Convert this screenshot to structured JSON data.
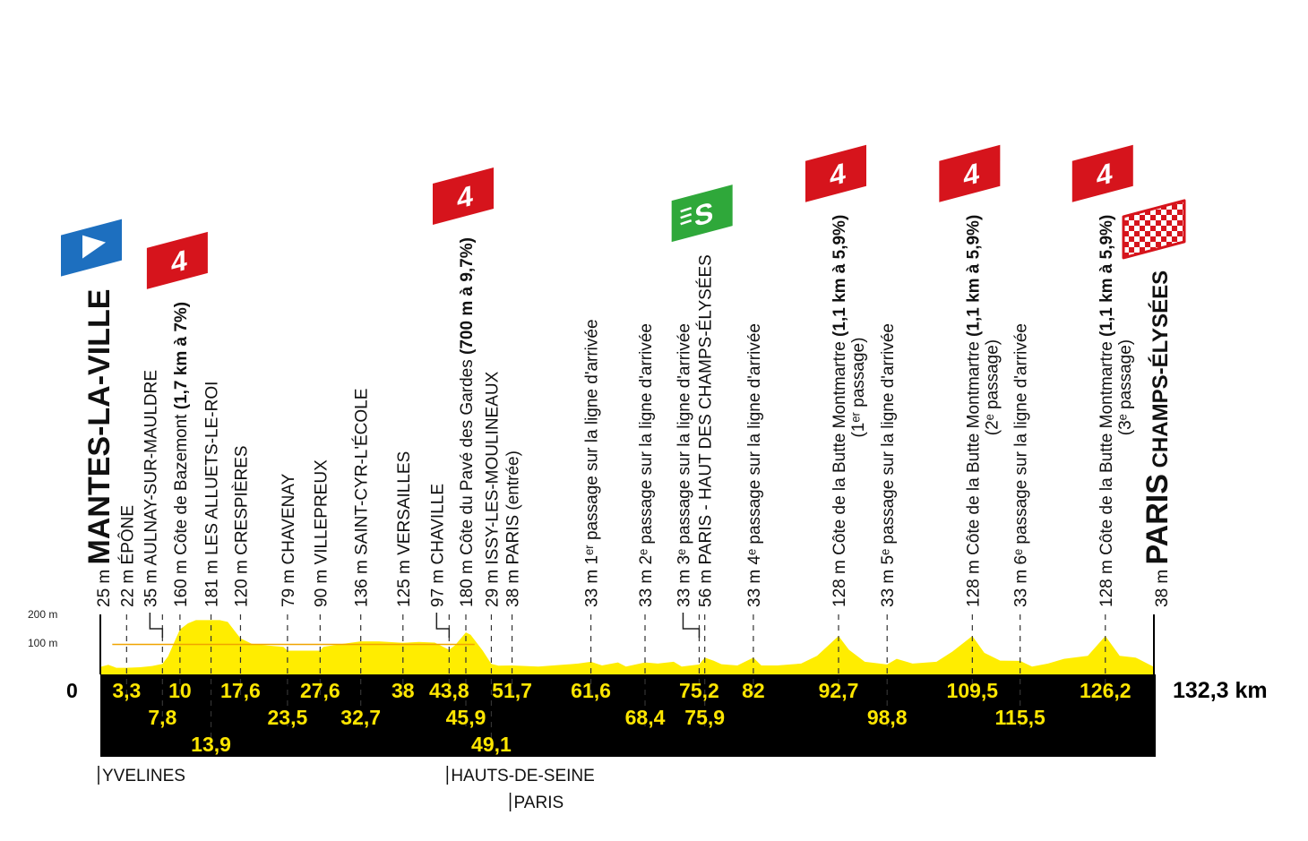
{
  "chart_data": {
    "type": "area",
    "title": "",
    "xlabel": "km",
    "ylabel": "m",
    "xlim": [
      0,
      132.3
    ],
    "ylim": [
      0,
      200
    ],
    "y_ticks": [
      "200 m",
      "100 m"
    ],
    "x_origin_label": "0",
    "total_distance_label": "132,3 km",
    "colors": {
      "profile": "#ffed00",
      "band": "#000000",
      "km_text": "#ffe600",
      "climb": "#d6141c",
      "sprint": "#2fa83a",
      "start": "#1d6fbf"
    },
    "profile": [
      [
        0,
        25
      ],
      [
        1,
        32
      ],
      [
        2,
        22
      ],
      [
        3.3,
        22
      ],
      [
        5,
        24
      ],
      [
        6.5,
        28
      ],
      [
        7.8,
        35
      ],
      [
        8.5,
        60
      ],
      [
        9.5,
        120
      ],
      [
        10,
        150
      ],
      [
        11,
        170
      ],
      [
        12,
        181
      ],
      [
        13.9,
        181
      ],
      [
        15,
        181
      ],
      [
        16,
        175
      ],
      [
        17.6,
        120
      ],
      [
        19,
        102
      ],
      [
        21,
        96
      ],
      [
        23,
        92
      ],
      [
        23.5,
        79
      ],
      [
        25,
        79
      ],
      [
        27.6,
        79
      ],
      [
        28,
        92
      ],
      [
        30,
        100
      ],
      [
        32.7,
        110
      ],
      [
        35,
        110
      ],
      [
        38,
        105
      ],
      [
        40,
        108
      ],
      [
        42,
        106
      ],
      [
        43.8,
        82
      ],
      [
        44.5,
        96
      ],
      [
        45.9,
        140
      ],
      [
        46.5,
        132
      ],
      [
        48,
        80
      ],
      [
        49.1,
        35
      ],
      [
        50,
        29
      ],
      [
        51.7,
        30
      ],
      [
        55,
        26
      ],
      [
        58,
        32
      ],
      [
        60,
        36
      ],
      [
        61.6,
        42
      ],
      [
        63,
        30
      ],
      [
        65,
        40
      ],
      [
        66,
        26
      ],
      [
        68.4,
        40
      ],
      [
        70,
        36
      ],
      [
        72,
        42
      ],
      [
        73,
        26
      ],
      [
        75.2,
        33
      ],
      [
        75.9,
        56
      ],
      [
        77,
        46
      ],
      [
        78,
        34
      ],
      [
        80,
        30
      ],
      [
        82,
        56
      ],
      [
        83,
        30
      ],
      [
        85,
        30
      ],
      [
        88,
        36
      ],
      [
        90,
        62
      ],
      [
        92.7,
        128
      ],
      [
        94,
        82
      ],
      [
        96,
        42
      ],
      [
        98.8,
        33
      ],
      [
        100,
        52
      ],
      [
        102,
        36
      ],
      [
        105,
        42
      ],
      [
        107,
        76
      ],
      [
        109.5,
        128
      ],
      [
        111,
        72
      ],
      [
        113,
        46
      ],
      [
        115.5,
        45
      ],
      [
        117,
        26
      ],
      [
        119,
        36
      ],
      [
        121,
        52
      ],
      [
        124,
        62
      ],
      [
        126.2,
        128
      ],
      [
        128,
        62
      ],
      [
        130,
        56
      ],
      [
        132.3,
        25
      ]
    ],
    "waypoints": [
      {
        "km": 0,
        "km_label": "",
        "row": 0,
        "alt": "25 m",
        "name": "MANTES-LA-VILLE",
        "style": "start",
        "marker": "start"
      },
      {
        "km": 3.3,
        "km_label": "3,3",
        "row": 1,
        "alt": "22 m",
        "name": "ÉPÔNE"
      },
      {
        "km": 7.8,
        "km_label": "7,8",
        "row": 2,
        "alt": "35 m",
        "name": "AULNAY-SUR-MAULDRE"
      },
      {
        "km": 10,
        "km_label": "10",
        "row": 1,
        "alt": "160 m",
        "name": "Côte de Bazemont",
        "detail": "(1,7 km à 7%)",
        "marker": "climb",
        "category": "4"
      },
      {
        "km": 13.9,
        "km_label": "13,9",
        "row": 3,
        "alt": "181 m",
        "name": "LES ALLUETS-LE-ROI"
      },
      {
        "km": 17.6,
        "km_label": "17,6",
        "row": 1,
        "alt": "120 m",
        "name": "CRESPIÈRES"
      },
      {
        "km": 23.5,
        "km_label": "23,5",
        "row": 2,
        "alt": "79 m",
        "name": "CHAVENAY"
      },
      {
        "km": 27.6,
        "km_label": "27,6",
        "row": 1,
        "alt": "90 m",
        "name": "VILLEPREUX"
      },
      {
        "km": 32.7,
        "km_label": "32,7",
        "row": 2,
        "alt": "136 m",
        "name": "SAINT-CYR-L'ÉCOLE"
      },
      {
        "km": 38,
        "km_label": "38",
        "row": 1,
        "alt": "125 m",
        "name": "VERSAILLES"
      },
      {
        "km": 43.8,
        "km_label": "43,8",
        "row": 1,
        "alt": "97 m",
        "name": "CHAVILLE"
      },
      {
        "km": 45.9,
        "km_label": "45,9",
        "row": 2,
        "alt": "180 m",
        "name": "Côte du Pavé des Gardes",
        "detail": "(700 m à 9,7%)",
        "marker": "climb",
        "category": "4"
      },
      {
        "km": 49.1,
        "km_label": "49,1",
        "row": 3,
        "alt": "29 m",
        "name": "ISSY-LES-MOULINEAUX"
      },
      {
        "km": 51.7,
        "km_label": "51,7",
        "row": 1,
        "alt": "38 m",
        "name": "PARIS (entrée)"
      },
      {
        "km": 61.6,
        "km_label": "61,6",
        "row": 1,
        "alt": "33 m",
        "name": "1ᵉʳ passage sur la ligne d'arrivée"
      },
      {
        "km": 68.4,
        "km_label": "68,4",
        "row": 2,
        "alt": "33 m",
        "name": "2ᵉ passage sur la ligne d'arrivée"
      },
      {
        "km": 75.2,
        "km_label": "75,2",
        "row": 1,
        "alt": "33 m",
        "name": "3ᵉ passage sur la ligne d'arrivée"
      },
      {
        "km": 75.9,
        "km_label": "75,9",
        "row": 2,
        "alt": "56 m",
        "name": "PARIS - HAUT DES CHAMPS-ÉLYSÉES",
        "marker": "sprint",
        "category": "S"
      },
      {
        "km": 82,
        "km_label": "82",
        "row": 1,
        "alt": "33 m",
        "name": "4ᵉ passage sur la ligne d'arrivée"
      },
      {
        "km": 92.7,
        "km_label": "92,7",
        "row": 1,
        "alt": "128 m",
        "name": "Côte de la Butte Montmartre",
        "detail": "(1,1 km à 5,9%)",
        "sub": "(1ᵉʳ passage)",
        "marker": "climb",
        "category": "4"
      },
      {
        "km": 98.8,
        "km_label": "98,8",
        "row": 2,
        "alt": "33 m",
        "name": "5ᵉ passage sur la ligne d'arrivée"
      },
      {
        "km": 109.5,
        "km_label": "109,5",
        "row": 1,
        "alt": "128 m",
        "name": "Côte de la Butte Montmartre",
        "detail": "(1,1 km à 5,9%)",
        "sub": "(2ᵉ passage)",
        "marker": "climb",
        "category": "4"
      },
      {
        "km": 115.5,
        "km_label": "115,5",
        "row": 2,
        "alt": "33 m",
        "name": "6ᵉ passage sur la ligne d'arrivée"
      },
      {
        "km": 126.2,
        "km_label": "126,2",
        "row": 1,
        "alt": "128 m",
        "name": "Côte de la Butte Montmartre",
        "detail": "(1,1 km à 5,9%)",
        "sub": "(3ᵉ passage)",
        "marker": "climb",
        "category": "4"
      },
      {
        "km": 132.3,
        "km_label": "",
        "row": 0,
        "alt": "38 m",
        "name": "PARIS",
        "detail": "CHAMPS-ÉLYSÉES",
        "style": "finish",
        "marker": "finish"
      }
    ],
    "regions": [
      {
        "km": 0,
        "name": "YVELINES",
        "level": 1
      },
      {
        "km": 43.8,
        "name": "HAUTS-DE-SEINE",
        "level": 1
      },
      {
        "km": 51.7,
        "name": "PARIS",
        "level": 2
      }
    ]
  }
}
